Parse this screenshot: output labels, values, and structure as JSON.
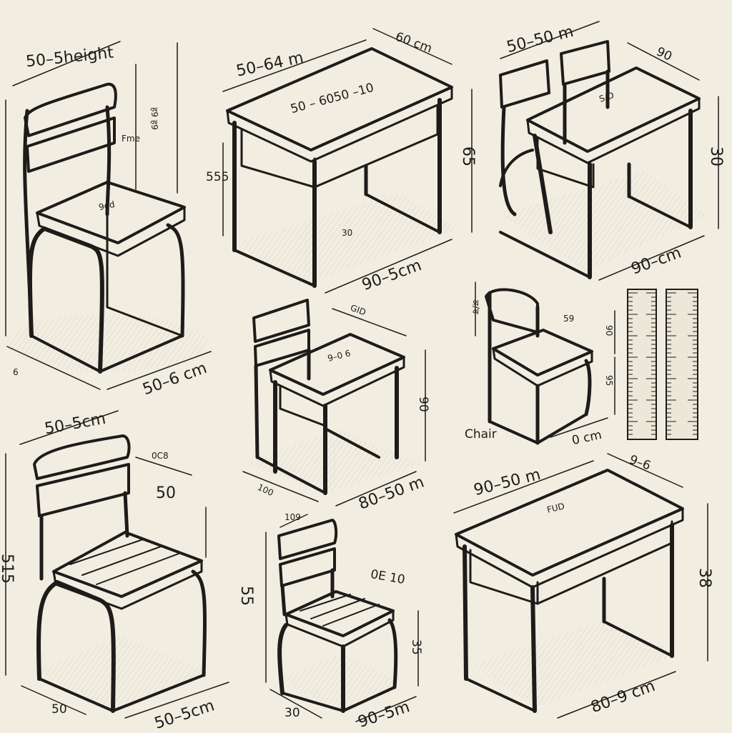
{
  "labels": {
    "chair1_top": "50–5height",
    "chair1_seat": "9ed",
    "chair1_base": "50–6 cm",
    "chair1_small_a": "Fme",
    "chair1_side_a": "ह9 ह9",
    "chair1_mark": "6",
    "desk1_top": "50–64 m",
    "desk1_depth": "60 cm",
    "desk1_surface": "50 – 6050 –10",
    "desk1_left": "555",
    "desk1_right": "65",
    "desk1_inner": "30",
    "desk1_base": "90–5cm",
    "set_top": "50–50 m",
    "set_depth": "90",
    "set_surface": "S/D",
    "set_right": "30",
    "set_base": "90–cm",
    "mini_top": "GID",
    "mini_surface": "9–0 6",
    "mini_right": "90",
    "mini_base": "80–50 m",
    "mini_left": "100",
    "side_left": "ਕ/ਰ",
    "side_t1": "59",
    "side_t2": "90",
    "side_t3": "95",
    "side_caption": "Chair",
    "side_base": "0 cm",
    "chair3_top": "50–5cm",
    "chair3_a": "0C8",
    "chair3_b": "50",
    "chair3_left": "515",
    "chair3_base_l": "50",
    "chair3_base": "50–5cm",
    "chair4_top": "109",
    "chair4_left": "55",
    "chair4_seat": "0E 10",
    "chair4_right": "35",
    "chair4_base_l": "30",
    "chair4_base": "90–5m",
    "desk2_top": "90–50 m",
    "desk2_depth": "9–6",
    "desk2_surface": "FUD",
    "desk2_right": "38",
    "desk2_base": "80–9 cm"
  },
  "icons": [
    "chair-icon",
    "desk-icon",
    "ruler-icon"
  ]
}
